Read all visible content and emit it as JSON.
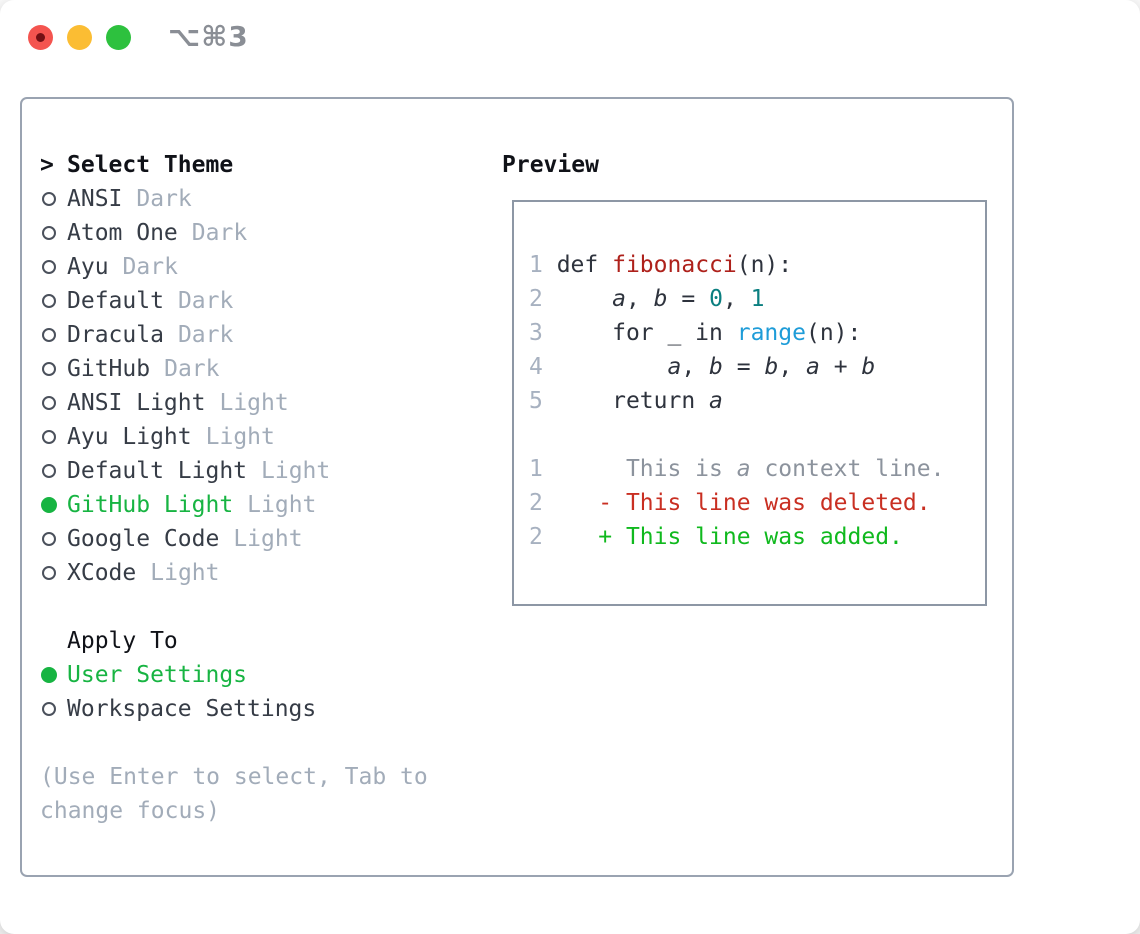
{
  "window": {
    "hotkey": "⌥⌘3",
    "traffic_lights": [
      {
        "name": "close-button",
        "color": "#f4544f",
        "dot": "#731014"
      },
      {
        "name": "minimize-button",
        "color": "#fbbd33",
        "dot": null
      },
      {
        "name": "zoom-button",
        "color": "#2dc13e",
        "dot": null
      }
    ]
  },
  "palette": {
    "header_text": "#101218",
    "item_text": "#363c46",
    "muted": "#a2acb9",
    "green": "#17b442",
    "circle_outline": "#4b515c",
    "hotkey_gray": "#8a8e95",
    "code": "#2e333d",
    "var": "#2e333d",
    "func": "#ae211b",
    "num": "#0b7f80",
    "builtin": "#1e9cd8",
    "gutter": "#a7b1c0",
    "context": "#8c939d",
    "del": "#c92f22",
    "add": "#10b91e"
  },
  "theme_panel": {
    "header": {
      "prefix": ">",
      "label": "Select Theme"
    },
    "items": [
      {
        "name": "ANSI",
        "variant": "Dark",
        "selected": false
      },
      {
        "name": "Atom One",
        "variant": "Dark",
        "selected": false
      },
      {
        "name": "Ayu",
        "variant": "Dark",
        "selected": false
      },
      {
        "name": "Default",
        "variant": "Dark",
        "selected": false
      },
      {
        "name": "Dracula",
        "variant": "Dark",
        "selected": false
      },
      {
        "name": "GitHub",
        "variant": "Dark",
        "selected": false
      },
      {
        "name": "ANSI Light",
        "variant": "Light",
        "selected": false
      },
      {
        "name": "Ayu Light",
        "variant": "Light",
        "selected": false
      },
      {
        "name": "Default Light",
        "variant": "Light",
        "selected": false
      },
      {
        "name": "GitHub Light",
        "variant": "Light",
        "selected": true
      },
      {
        "name": "Google Code",
        "variant": "Light",
        "selected": false
      },
      {
        "name": "XCode",
        "variant": "Light",
        "selected": false
      }
    ],
    "apply_to": {
      "label": "Apply To",
      "options": [
        {
          "label": "User Settings",
          "selected": true
        },
        {
          "label": "Workspace Settings",
          "selected": false
        }
      ]
    },
    "help": {
      "line1": "(Use Enter to select, Tab to",
      "line2": "change focus)"
    }
  },
  "preview": {
    "title": "Preview",
    "lines": [
      {
        "tokens": [
          [
            "1",
            "gutter"
          ],
          [
            " def ",
            "code"
          ],
          [
            "fibonacci",
            "func"
          ],
          [
            "(n):",
            "code"
          ]
        ]
      },
      {
        "tokens": [
          [
            "2",
            "gutter"
          ],
          [
            "     ",
            "code"
          ],
          [
            "a",
            "var",
            true
          ],
          [
            ", ",
            "code"
          ],
          [
            "b",
            "var",
            true
          ],
          [
            " = ",
            "code"
          ],
          [
            "0",
            "num"
          ],
          [
            ", ",
            "code"
          ],
          [
            "1",
            "num"
          ]
        ]
      },
      {
        "tokens": [
          [
            "3",
            "gutter"
          ],
          [
            "     for _ in ",
            "code"
          ],
          [
            "range",
            "builtin"
          ],
          [
            "(n):",
            "code"
          ]
        ]
      },
      {
        "tokens": [
          [
            "4",
            "gutter"
          ],
          [
            "         ",
            "code"
          ],
          [
            "a",
            "var",
            true
          ],
          [
            ", ",
            "code"
          ],
          [
            "b",
            "var",
            true
          ],
          [
            " = ",
            "code"
          ],
          [
            "b",
            "var",
            true
          ],
          [
            ", ",
            "code"
          ],
          [
            "a",
            "var",
            true
          ],
          [
            " + ",
            "code"
          ],
          [
            "b",
            "var",
            true
          ]
        ]
      },
      {
        "tokens": [
          [
            "5",
            "gutter"
          ],
          [
            "     return ",
            "code"
          ],
          [
            "a",
            "var",
            true
          ]
        ]
      },
      {
        "tokens": []
      },
      {
        "tokens": [
          [
            "1",
            "gutter"
          ],
          [
            "      This is ",
            "context"
          ],
          [
            "a",
            "context",
            true
          ],
          [
            " context line.",
            "context"
          ]
        ]
      },
      {
        "tokens": [
          [
            "2",
            "gutter"
          ],
          [
            "    - This line ",
            "del"
          ],
          [
            "wa",
            "del"
          ],
          [
            "s deleted.",
            "del"
          ]
        ]
      },
      {
        "tokens": [
          [
            "2",
            "gutter"
          ],
          [
            "    + This line ",
            "add"
          ],
          [
            "wa",
            "add"
          ],
          [
            "s added.",
            "add"
          ]
        ]
      }
    ]
  }
}
